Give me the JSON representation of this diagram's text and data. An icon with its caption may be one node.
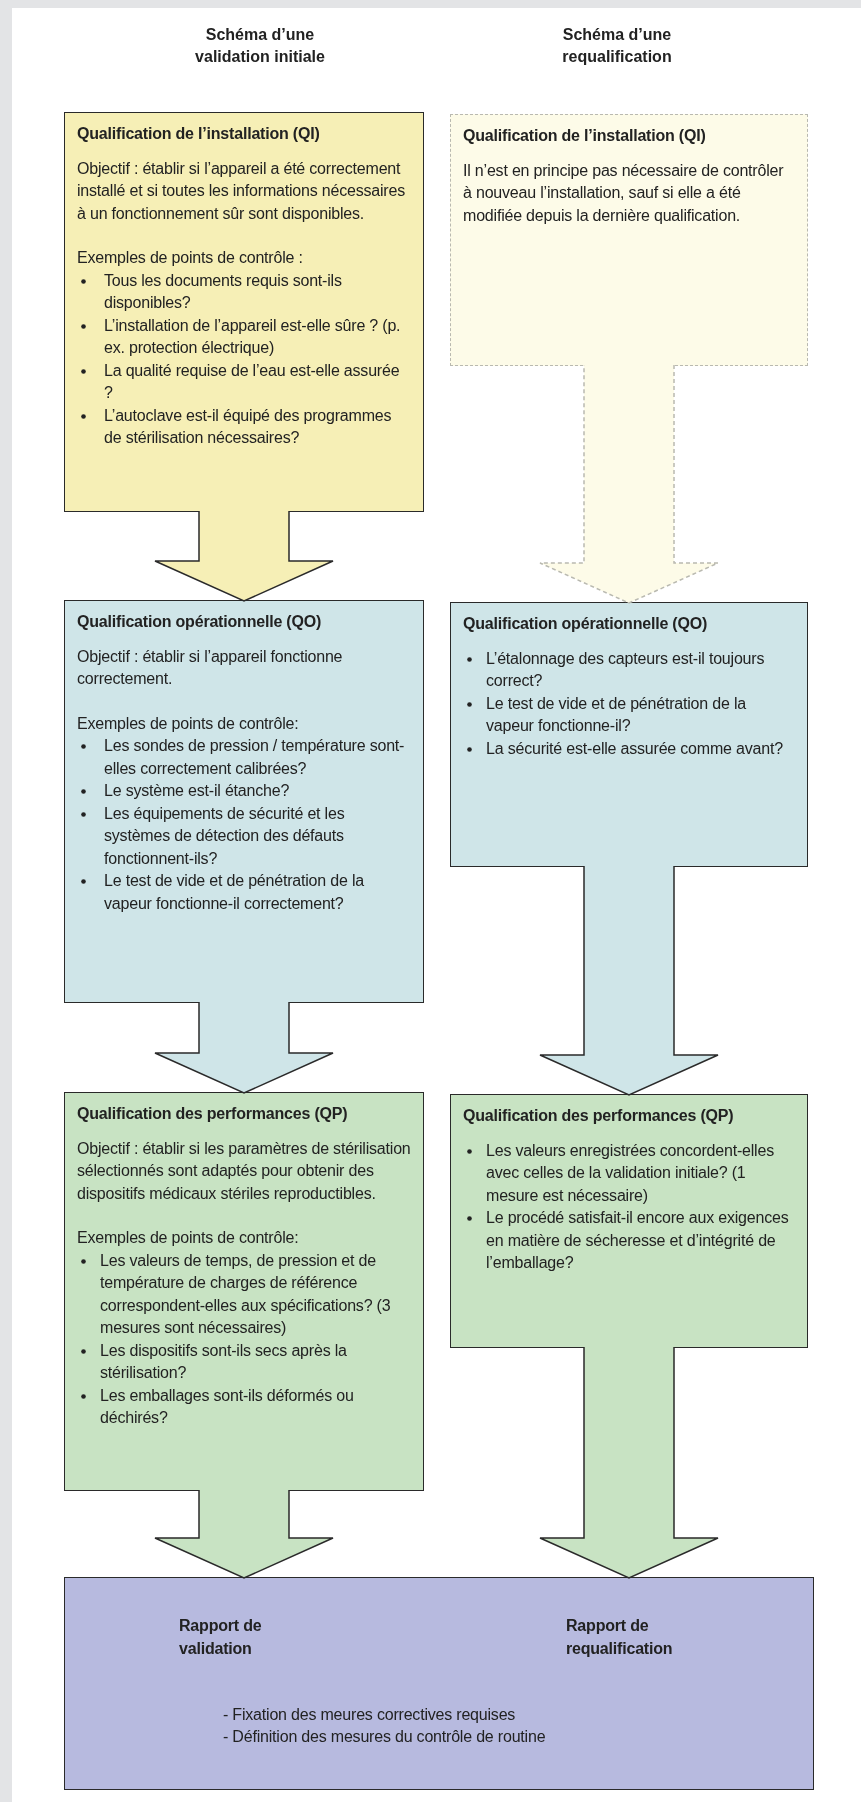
{
  "diagram": {
    "nodes": [
      {
        "text": [
          "Qualification de l’installation (QI)",
          "Objectif : établir si l’appareil a été correctement installé et si toutes les informations nécessaires à un fonctionnement sûr sont disponibles.",
          "Exemples de points de contrôle :",
          "Tous les documents requis sont-ils disponibles?",
          "L’installation de l’appareil est-elle sûre ? (p. ex. protection électrique)",
          "La qualité requise de l’eau est-elle assurée ?",
          "L’autoclave est-il équipé des programmes de stérilisation nécessaires?"
        ]
      },
      {
        "text": [
          "Qualification de l’installation (QI)",
          "Il n’est en principe pas nécessaire de contrôler à nouveau l’installation, sauf si elle a été modifiée depuis la dernière qualification."
        ]
      },
      {
        "text": [
          "Qualification opérationnelle (QO)",
          "Objectif : établir si l’appareil fonctionne correctement.",
          "Exemples de points de contrôle:",
          "Les sondes de pression / température sont-elles correctement calibrées?",
          "Le système est-il étanche?",
          "Les équipements de sécurité et les systèmes de détection des défauts fonctionnent-ils?",
          "Le test de vide et de pénétration de la vapeur fonctionne-il correctement?"
        ]
      },
      {
        "text": [
          "Qualification opérationnelle (QO)",
          "L’étalonnage des capteurs est-il toujours correct?",
          "Le test de vide et de pénétration de la vapeur fonctionne-il?",
          "La sécurité est-elle assurée comme avant?"
        ]
      },
      {
        "text": [
          "Qualification des performances (QP)",
          "Objectif : établir si les paramètres de stérilisation sélectionnés sont adaptés pour obtenir des dispositifs médicaux stériles reproductibles.",
          "Exemples de points de contrôle:",
          "Les valeurs de temps, de pression et de température de charges de référence correspondent-elles aux spécifications? (3 mesures sont nécessaires)",
          "Les dispositifs sont-ils secs après la stérilisation?",
          "Les emballages sont-ils déformés ou déchirés?"
        ]
      },
      {
        "text": [
          "Qualification des performances (QP)",
          "Les valeurs enregistrées concordent-elles avec celles de la validation initiale? (1 mesure est nécessaire)",
          "Le procédé satisfait-il encore aux exigences en matière de sécheresse et d’intégrité de l’emballage?"
        ]
      },
      {
        "text": [
          "Rapport de validation",
          "Rapport de requalification",
          "- Fixation des meures correctives requises",
          "- Définition des mesures du contrôle de routine"
        ]
      }
    ],
    "edges": [
      {
        "from": 0,
        "to": 2,
        "arrow": "to",
        "color": "#f6efb6"
      },
      {
        "from": 1,
        "to": 3,
        "arrow": "to",
        "style": "dashed",
        "color": "#fdfbe8"
      },
      {
        "from": 2,
        "to": 4,
        "arrow": "to",
        "color": "#cfe5e8"
      },
      {
        "from": 3,
        "to": 5,
        "arrow": "to",
        "color": "#cfe5e8"
      },
      {
        "from": 4,
        "to": 6,
        "arrow": "to",
        "color": "#c8e3c3"
      },
      {
        "from": 5,
        "to": 6,
        "arrow": "to",
        "color": "#c8e3c3"
      }
    ],
    "labels": [
      "Schéma d’une validation initiale",
      "Schéma d’une requalification"
    ]
  }
}
